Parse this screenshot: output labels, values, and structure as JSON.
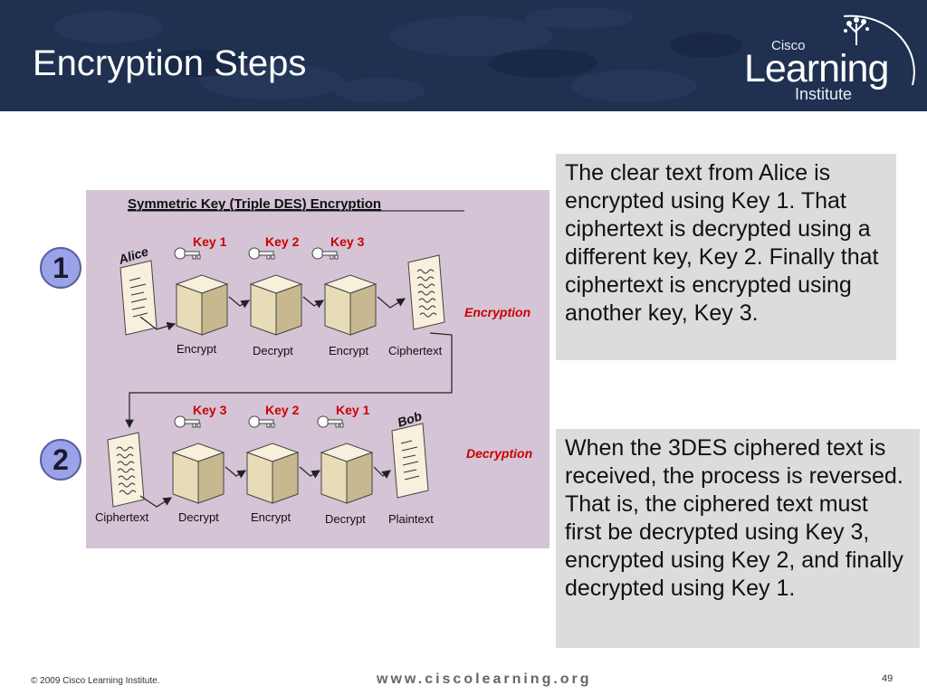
{
  "slide": {
    "title": "Encryption Steps",
    "page_number": "49",
    "copyright": "© 2009 Cisco Learning Institute.",
    "website": "www.ciscolearning.org"
  },
  "logo": {
    "cisco": "Cisco",
    "learning": "Learning",
    "institute": "Institute"
  },
  "diagram": {
    "title": "Symmetric Key (Triple DES) Encryption",
    "encryption_label": "Encryption",
    "decryption_label": "Decryption",
    "sender": "Alice",
    "receiver": "Bob",
    "row1": {
      "keys": [
        "Key 1",
        "Key 2",
        "Key 3"
      ],
      "labels": [
        "Encrypt",
        "Decrypt",
        "Encrypt",
        "Ciphertext"
      ]
    },
    "row2": {
      "keys": [
        "Key 3",
        "Key 2",
        "Key 1"
      ],
      "labels": [
        "Ciphertext",
        "Decrypt",
        "Encrypt",
        "Decrypt",
        "Plaintext"
      ]
    }
  },
  "steps": [
    "1",
    "2"
  ],
  "descriptions": {
    "step1": "The clear text from Alice is encrypted using Key 1. That ciphertext is decrypted using a different key, Key 2. Finally that ciphertext is encrypted using another key, Key 3.",
    "step2": "When the 3DES ciphered text is received, the process is reversed. That is, the ciphered text must first be decrypted using Key 3, encrypted using Key 2, and finally decrypted using Key 1."
  },
  "colors": {
    "header_bg": "#1f3050",
    "diagram_bg": "#d4c4d6",
    "step_circle": "#9aa2e8",
    "key_label": "#cc0000",
    "text_box_bg": "#dcdcdc"
  }
}
